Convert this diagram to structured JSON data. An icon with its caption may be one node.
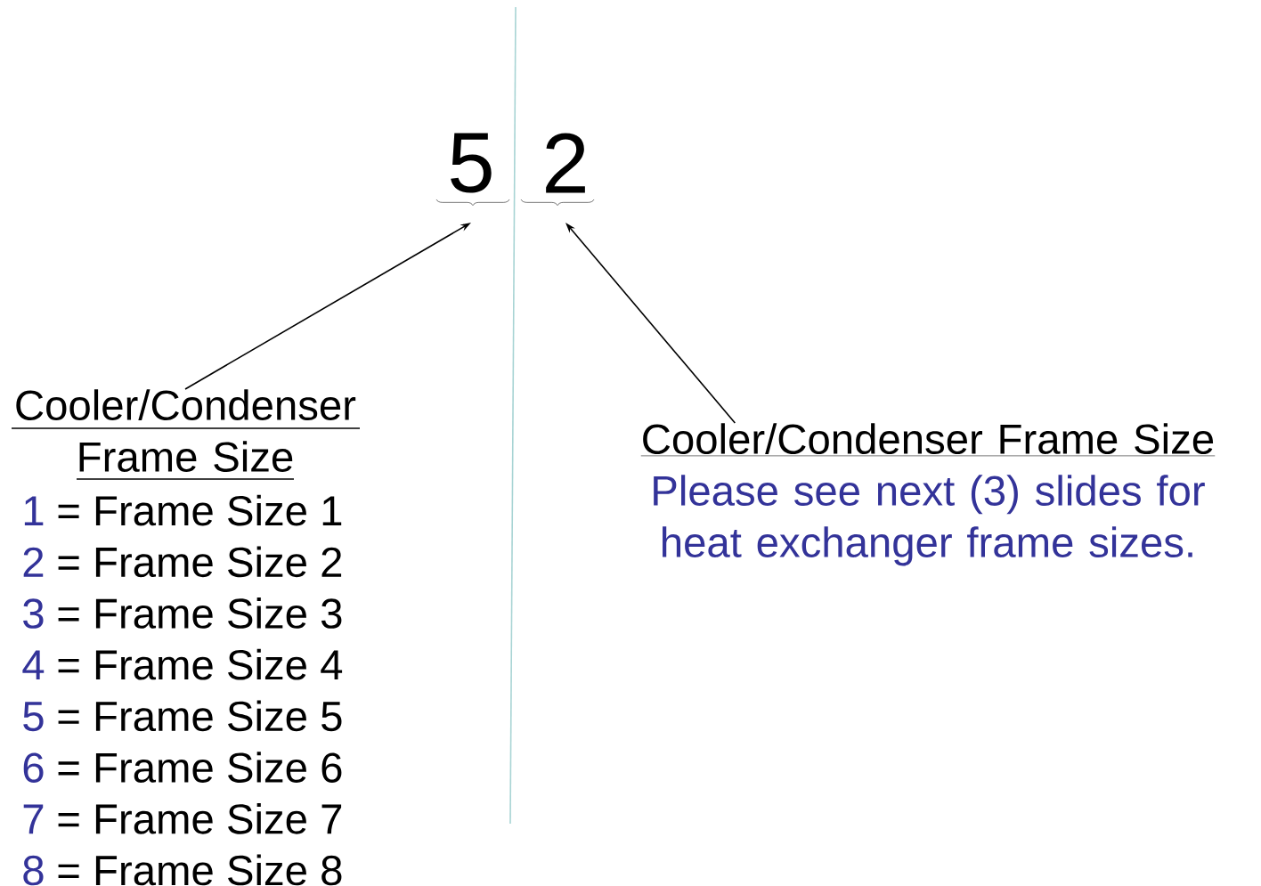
{
  "diagram": {
    "nodes": [
      {
        "text": [
          "5"
        ]
      },
      {
        "text": [
          "2"
        ]
      },
      {
        "text": [
          "Cooler/Condenser Frame Size"
        ]
      },
      {
        "text": [
          "Cooler/Condenser Frame Size",
          "Please see next (3) slides for heat exchanger frame sizes."
        ]
      }
    ],
    "edges": [
      {
        "from": 2,
        "to": 0,
        "arrow": "to"
      },
      {
        "from": 3,
        "to": 1,
        "arrow": "to"
      }
    ],
    "labels": [
      "1",
      "= Frame Size 1",
      "2",
      "= Frame Size 2",
      "3",
      "= Frame Size 3",
      "4",
      "= Frame Size 4",
      "5",
      "= Frame Size 5",
      "6",
      "= Frame Size 6",
      "7",
      "= Frame Size 7",
      "8",
      "= Frame Size 8"
    ]
  }
}
